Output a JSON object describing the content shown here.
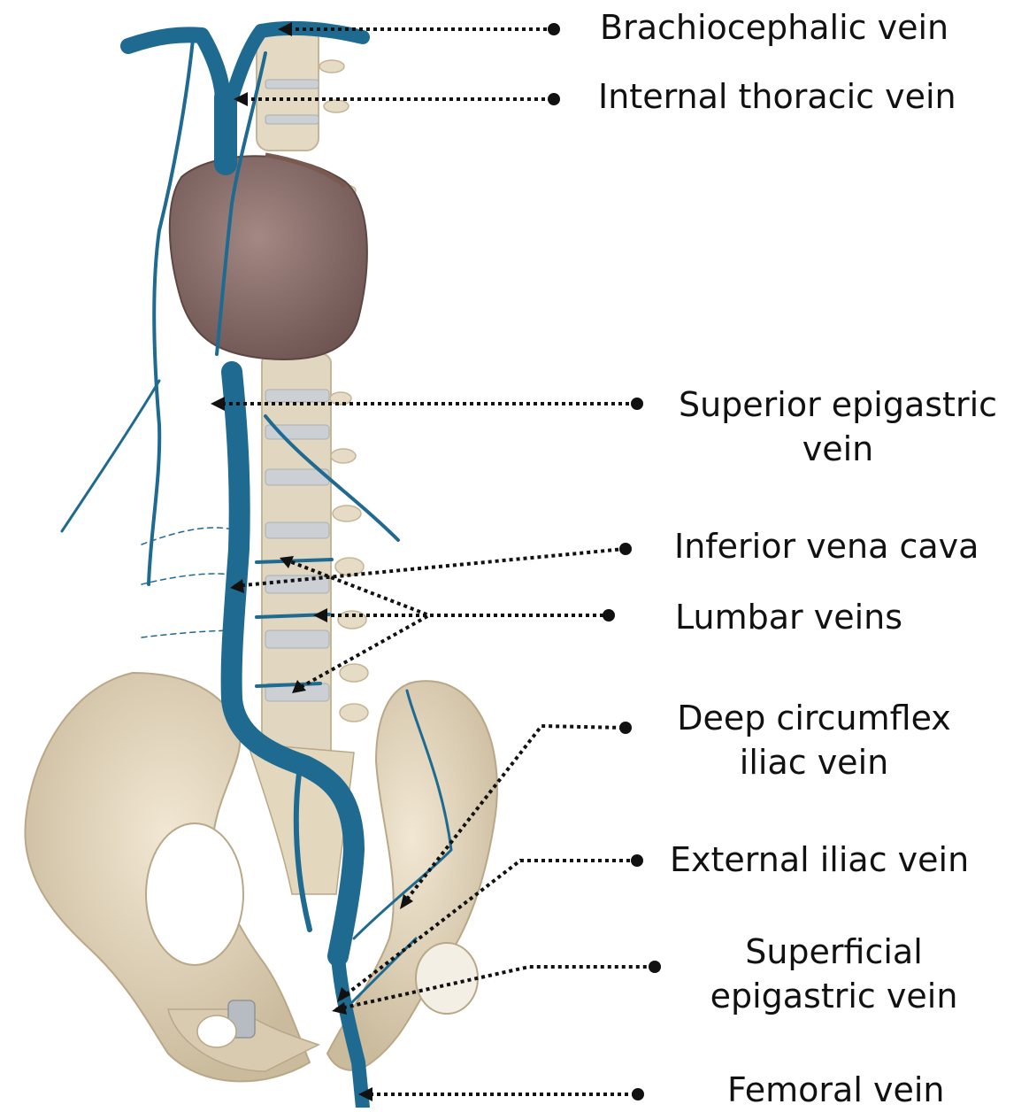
{
  "labels": {
    "brachiocephalic": "Brachiocephalic vein",
    "internal_thoracic": "Internal thoracic vein",
    "superior_epigastric_line1": "Superior epigastric",
    "superior_epigastric_line2": "vein",
    "inferior_vena_cava": "Inferior vena cava",
    "lumbar": "Lumbar veins",
    "deep_circumflex_line1": "Deep circumflex",
    "deep_circumflex_line2": "iliac vein",
    "external_iliac": "External iliac vein",
    "superficial_epigastric_line1": "Superficial",
    "superficial_epigastric_line2": "epigastric vein",
    "femoral": "Femoral vein"
  },
  "colors": {
    "vein": "#1f6a90",
    "vein_dark": "#124a68",
    "bone": "#e8dcc4",
    "bone_shade": "#c9b99a",
    "heart": "#8a6f6a",
    "disc": "#c8ccd0",
    "leader": "#111111"
  }
}
